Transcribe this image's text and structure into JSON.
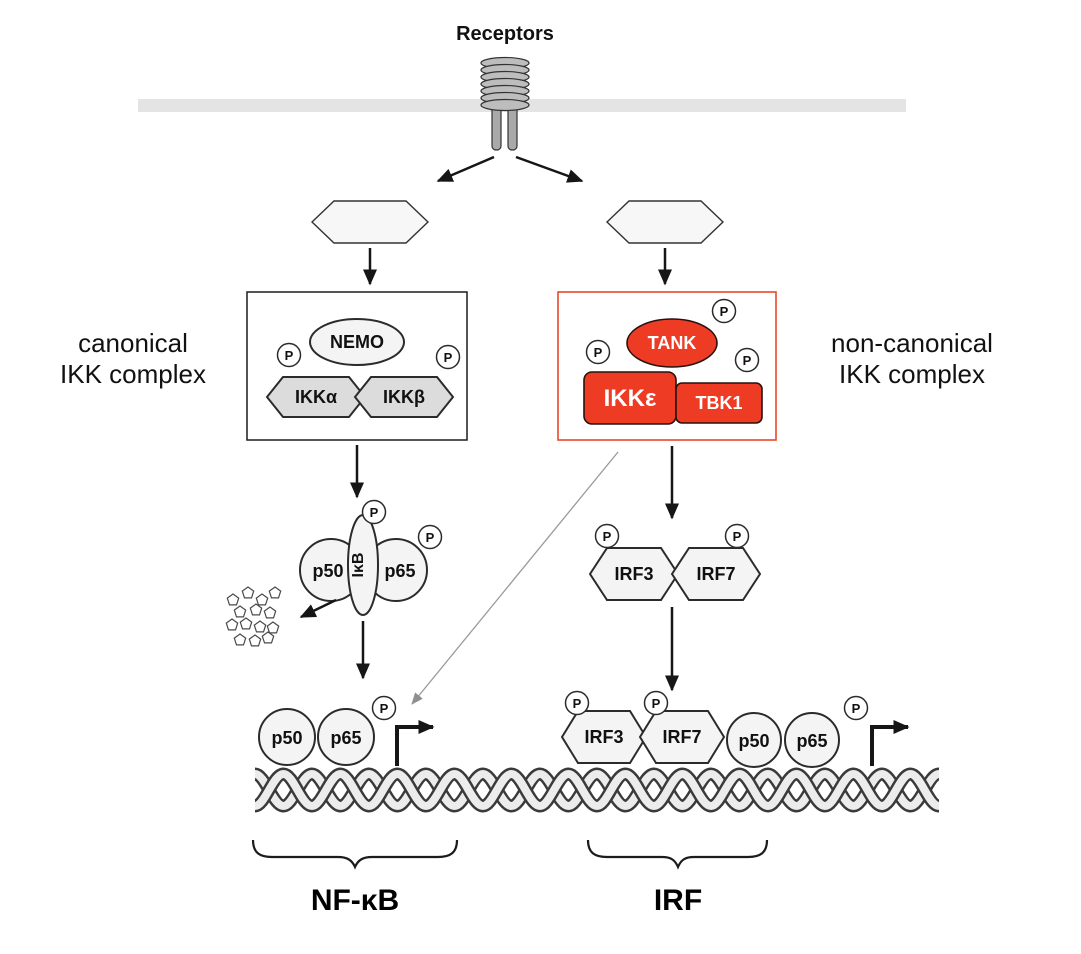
{
  "labels": {
    "receptors": "Receptors",
    "canonical_line1": "canonical",
    "canonical_line2": "IKK complex",
    "noncanonical_line1": "non-canonical",
    "noncanonical_line2": "IKK complex",
    "nemo": "NEMO",
    "ikk_alpha": "IKKα",
    "ikk_beta": "IKKβ",
    "tank": "TANK",
    "ikk_epsilon": "IKKε",
    "tbk1": "TBK1",
    "p50": "p50",
    "p65": "p65",
    "ikb": "IκB",
    "irf3": "IRF3",
    "irf7": "IRF7",
    "phospho": "P",
    "nfkb": "NF-κB",
    "irf": "IRF"
  },
  "colors": {
    "accent_red": "#ee3b24",
    "membrane_gray": "#e4e4e4",
    "shape_fill": "#f4f4f4",
    "stroke_dark": "#2b2b2b"
  }
}
